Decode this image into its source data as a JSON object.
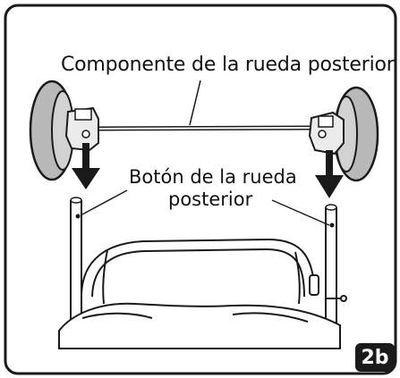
{
  "labels": {
    "rear_wheel_component": "Componente de la rueda posterior",
    "rear_wheel_button_line1": "Botón de la rueda",
    "rear_wheel_button_line2": "posterior"
  },
  "step_badge": "2b",
  "colors": {
    "outline": "#1a1a1a",
    "wheel_fill": "#b9b9b9",
    "badge_bg": "#1a1a1a",
    "handle_fill": "#ffffff"
  }
}
